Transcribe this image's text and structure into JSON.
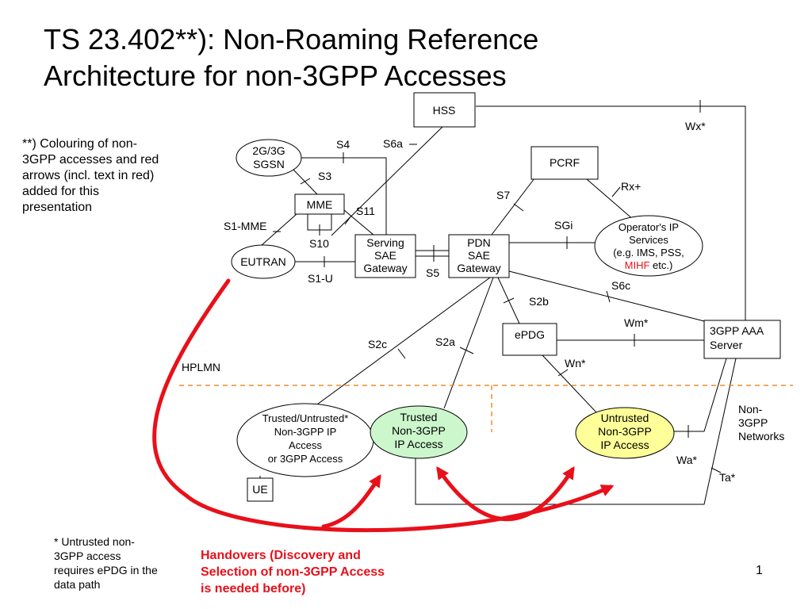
{
  "slide": {
    "title_line1": "TS 23.402**): Non-Roaming Reference",
    "title_line2": "Architecture for non-3GPP Accesses",
    "note_colouring": [
      "**) Colouring of non-",
      "3GPP accesses and red",
      "arrows (incl. text in red)",
      "added for this",
      "presentation"
    ],
    "footnote_untrusted": [
      "* Untrusted non-",
      "3GPP access",
      "requires ePDG in the",
      "data path"
    ],
    "handover_text": [
      "Handovers (Discovery and",
      "Selection of non-3GPP Access",
      "is needed before)"
    ],
    "page_number": "1"
  },
  "nodes": {
    "hss": "HSS",
    "pcrf": "PCRF",
    "sgsn": [
      "2G/3G",
      "SGSN"
    ],
    "mme": "MME",
    "eutran": "EUTRAN",
    "serving_gw": [
      "Serving",
      "SAE",
      "Gateway"
    ],
    "pdn_gw": [
      "PDN",
      "SAE",
      "Gateway"
    ],
    "operator_ip": [
      "Operator's IP",
      "Services",
      "(e.g. IMS, PSS,",
      "MIHF",
      " etc.)"
    ],
    "epdg": "ePDG",
    "aaa": [
      "3GPP AAA",
      "Server"
    ],
    "trusted_untrusted": [
      "Trusted/Untrusted*",
      "Non-3GPP IP",
      "Access",
      "or 3GPP Access"
    ],
    "trusted": [
      "Trusted",
      "Non-3GPP",
      "IP Access"
    ],
    "untrusted": [
      "Untrusted",
      "Non-3GPP",
      "IP Access"
    ],
    "ue": "UE"
  },
  "interfaces": {
    "s4": "S4",
    "s6a": "S6a",
    "s3": "S3",
    "s11": "S11",
    "s1_mme": "S1-MME",
    "s10": "S10",
    "s1_u": "S1-U",
    "s5": "S5",
    "s7": "S7",
    "sgi": "SGi",
    "rx": "Rx+",
    "wx": "Wx*",
    "s6c": "S6c",
    "s2b": "S2b",
    "wm": "Wm*",
    "s2c": "S2c",
    "s2a": "S2a",
    "wn": "Wn*",
    "wa": "Wa*",
    "ta": "Ta*"
  },
  "regions": {
    "hplmn": "HPLMN",
    "non3gpp": [
      "Non-",
      "3GPP",
      "Networks"
    ]
  },
  "colors": {
    "accent_red": "#e8101a",
    "dash_orange": "#f08a2a",
    "trusted_fill": "#ccf7cc",
    "untrusted_fill": "#ffff99"
  }
}
